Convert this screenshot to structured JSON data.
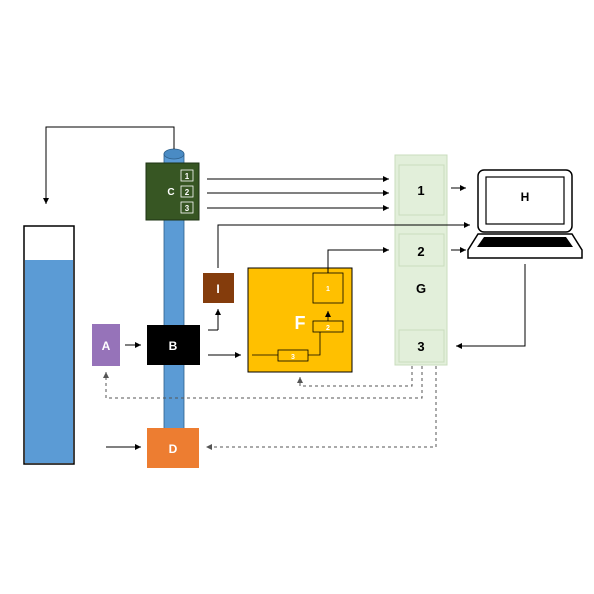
{
  "labels": {
    "A": "A",
    "B": "B",
    "C": "C",
    "C_ports": [
      "1",
      "2",
      "3"
    ],
    "D": "D",
    "F": "F",
    "F_parts": [
      "1",
      "2",
      "3"
    ],
    "G": "G",
    "G_slots": [
      "1",
      "2",
      "3"
    ],
    "H": "H",
    "I": "I"
  },
  "colors": {
    "column": "#5b9bd5",
    "column_top": "#4a8bc4",
    "tank_water": "#5b9bd5",
    "box_A": "#9673b9",
    "box_B": "#000000",
    "box_C": "#375623",
    "box_D": "#ed7d31",
    "box_F": "#ffc000",
    "box_G": "#e2efda",
    "box_I": "#843c0c",
    "line": "#000000",
    "dashed_line": "#555555"
  }
}
